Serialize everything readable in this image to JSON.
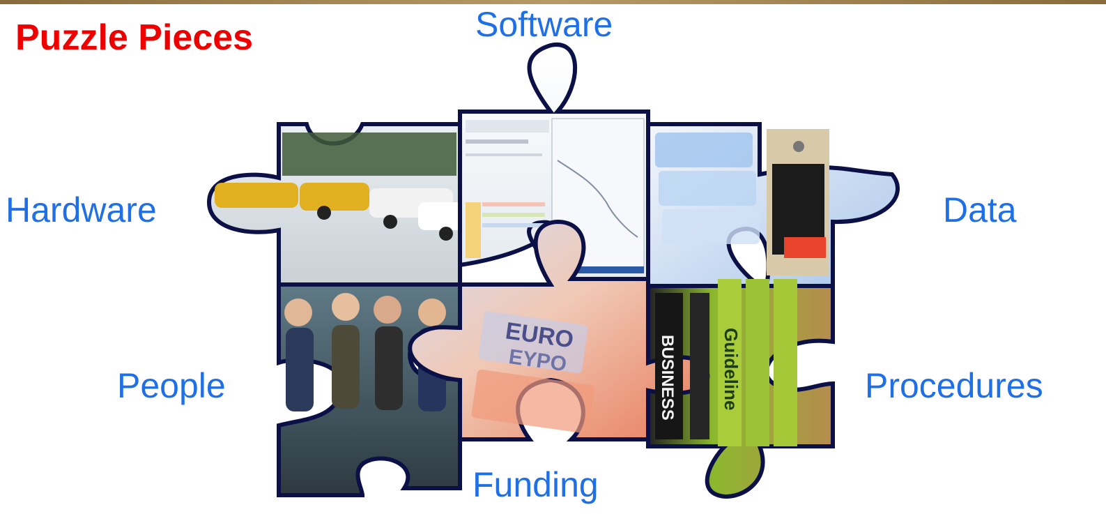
{
  "slide": {
    "title": "Puzzle Pieces",
    "title_color": "#ee0000",
    "label_color": "#1f6fe6",
    "outline_color": "#0b1046"
  },
  "labels": {
    "software": "Software",
    "hardware": "Hardware",
    "data": "Data",
    "people": "People",
    "procedures": "Procedures",
    "funding": "Funding"
  },
  "pieces": [
    {
      "id": "hardware",
      "depicts": "fleet-vehicles-photo"
    },
    {
      "id": "software",
      "depicts": "software-screenshot"
    },
    {
      "id": "data",
      "depicts": "data-storage-photo"
    },
    {
      "id": "people",
      "depicts": "group-of-people-photo"
    },
    {
      "id": "funding",
      "depicts": "euro-banknotes-photo"
    },
    {
      "id": "procedures",
      "depicts": "guideline-binders-photo"
    }
  ],
  "image_text": {
    "euro_note_line1": "EURO",
    "euro_note_line2": "EYPO",
    "binder_spine": "Guideline",
    "book_spine": "BUSINESS"
  }
}
